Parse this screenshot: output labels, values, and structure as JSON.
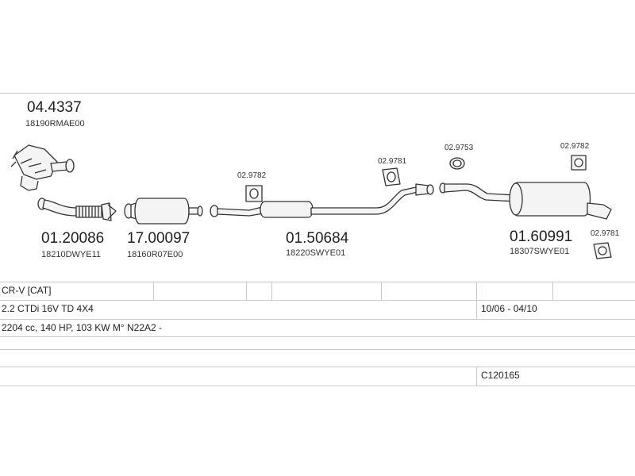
{
  "parts": {
    "front_pipe": {
      "number": "04.4337",
      "oem": "18190RMAE00"
    },
    "flex_pipe": {
      "number": "01.20086",
      "oem": "18210DWYE11"
    },
    "catalyst": {
      "number": "17.00097",
      "oem": "18160R07E00"
    },
    "middle_silencer": {
      "number": "01.50684",
      "oem": "18220SWYE01"
    },
    "rear_silencer": {
      "number": "01.60991",
      "oem": "18307SWYE01"
    },
    "hanger_a": "02.9782",
    "hanger_b": "02.9781",
    "ring": "02.9753",
    "hanger_c": "02.9782",
    "hanger_d": "02.9781"
  },
  "table": {
    "model": "CR-V [CAT]",
    "engine": "2.2 CTDi 16V TD 4X4",
    "period": "10/06 - 04/10",
    "spec": "2204 cc, 140 HP, 103 KW M° N22A2 -",
    "code": "C120165"
  }
}
